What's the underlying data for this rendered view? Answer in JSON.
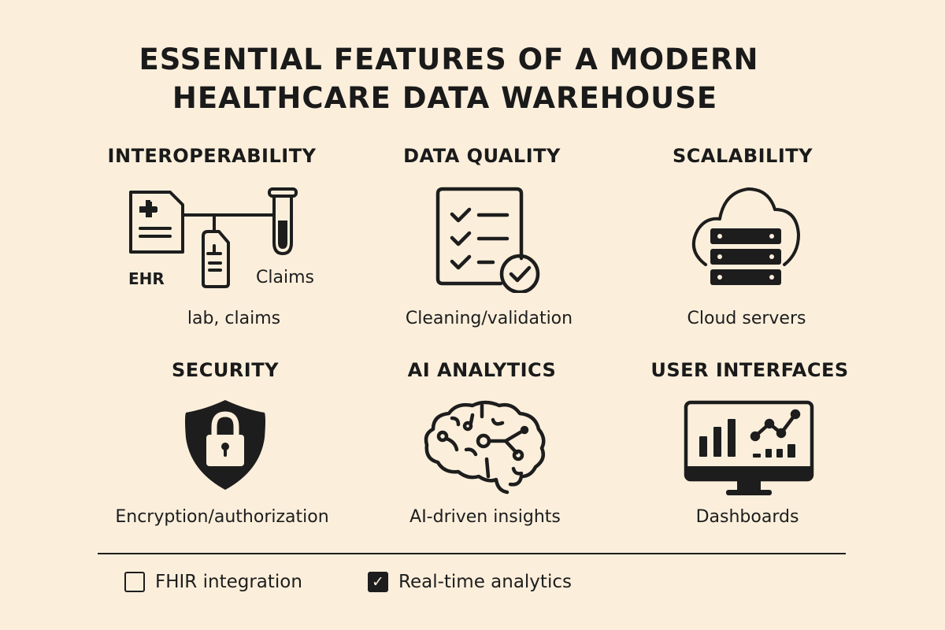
{
  "title": {
    "line1": "ESSENTIAL FEATURES OF A MODERN",
    "line2": "HEALTHCARE DATA WAREHOUSE"
  },
  "features": [
    {
      "heading": "INTEROPERABILITY",
      "icon": "ehr-lab-claims-network-icon",
      "icon_labels": [
        "EHR",
        "Claims"
      ],
      "caption": "lab, claims"
    },
    {
      "heading": "DATA QUALITY",
      "icon": "checklist-validation-icon",
      "caption": "Cleaning/validation"
    },
    {
      "heading": "SCALABILITY",
      "icon": "cloud-server-icon",
      "caption": "Cloud servers"
    },
    {
      "heading": "SECURITY",
      "icon": "shield-lock-icon",
      "caption": "Encryption/authorization"
    },
    {
      "heading": "AI ANALYTICS",
      "icon": "brain-circuit-icon",
      "caption": "AI-driven insights"
    },
    {
      "heading": "USER INTERFACES",
      "icon": "monitor-dashboard-icon",
      "caption": "Dashboards"
    }
  ],
  "checklist": [
    {
      "label": "FHIR integration",
      "checked": false,
      "mark": ""
    },
    {
      "label": "Real-time analytics",
      "checked": true,
      "mark": "✓"
    }
  ],
  "colors": {
    "background": "#fbefdc",
    "ink": "#1d1d1d"
  }
}
